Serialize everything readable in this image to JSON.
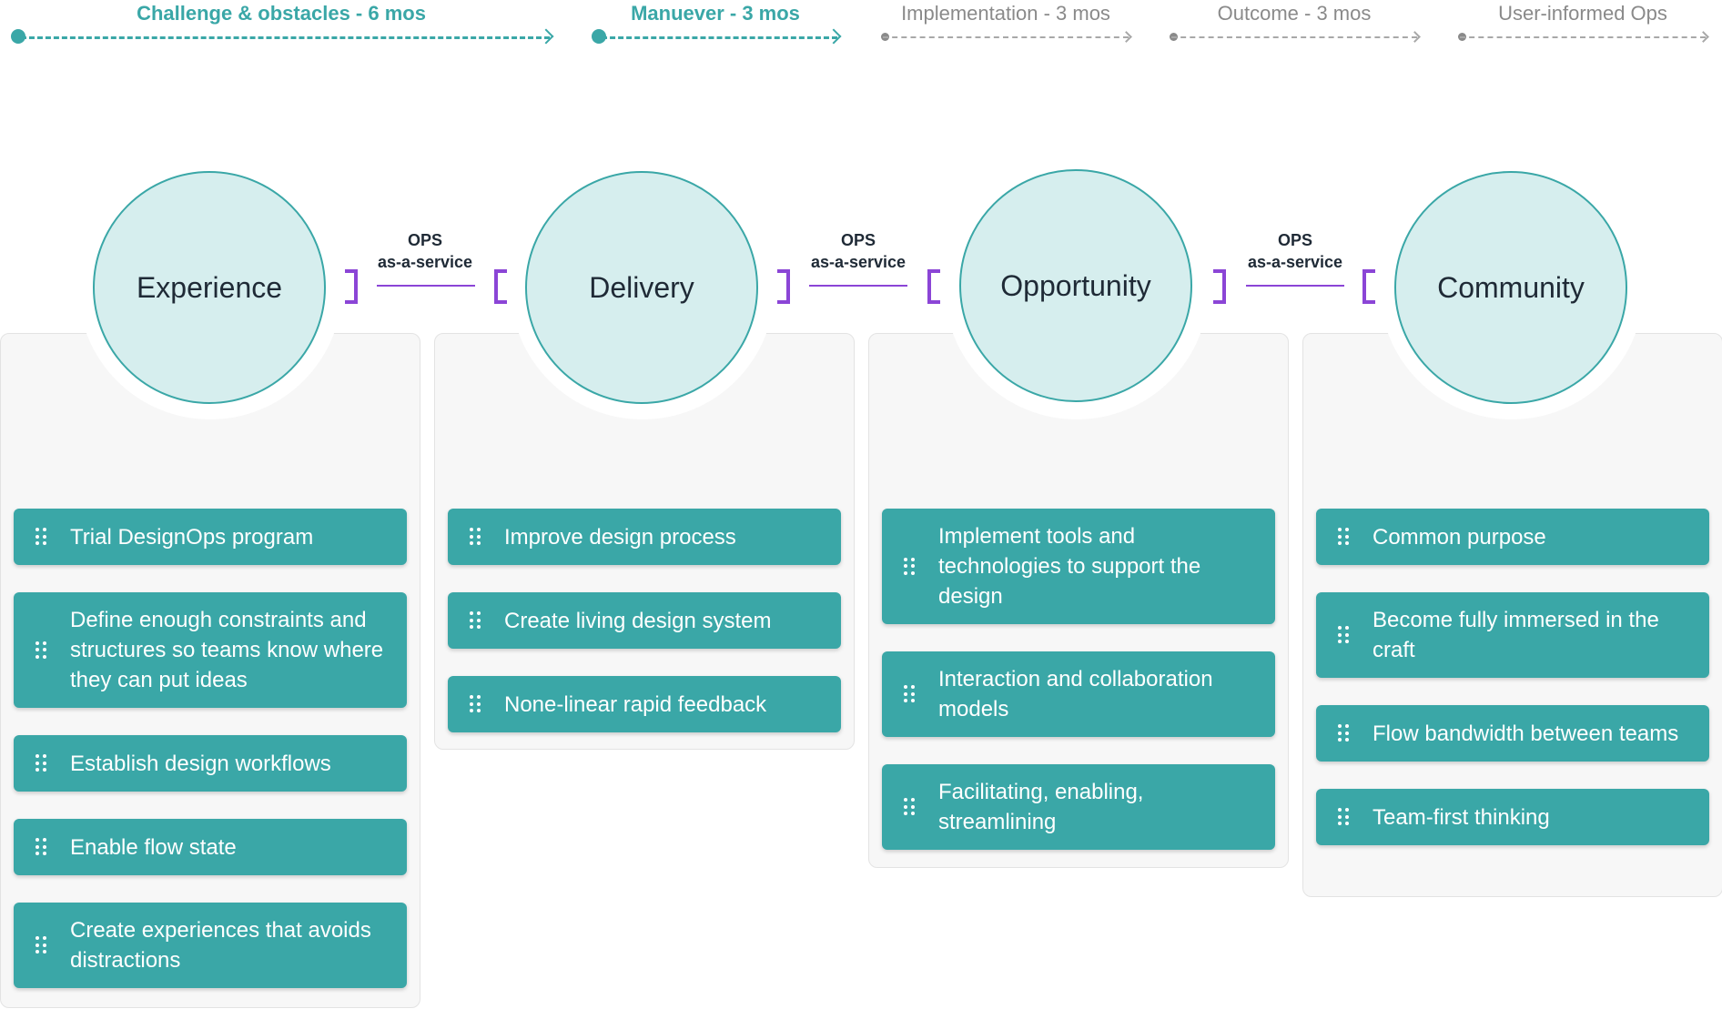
{
  "timeline": [
    {
      "label": "Challenge & obstacles - 6 mos",
      "active": true
    },
    {
      "label": "Manuever - 3 mos",
      "active": true
    },
    {
      "label": "Implementation - 3 mos",
      "active": false
    },
    {
      "label": "Outcome - 3 mos",
      "active": false
    },
    {
      "label": "User-informed Ops",
      "active": false
    }
  ],
  "connector": {
    "line1": "OPS",
    "line2": "as-a-service"
  },
  "columns": [
    {
      "title": "Experience",
      "items": [
        "Trial DesignOps program",
        "Define enough constraints and structures so teams know where they can put ideas",
        "Establish design workflows",
        "Enable flow state",
        "Create experiences that avoids distractions"
      ]
    },
    {
      "title": "Delivery",
      "items": [
        "Improve design process",
        "Create living design system",
        "None-linear rapid feedback"
      ]
    },
    {
      "title": "Opportunity",
      "items": [
        "Implement tools and technologies to support the design",
        "Interaction and collaboration models",
        "Facilitating, enabling, streamlining"
      ]
    },
    {
      "title": "Community",
      "items": [
        "Common purpose",
        "Become fully immersed in the craft",
        "Flow bandwidth between teams",
        "Team-first thinking"
      ]
    }
  ],
  "colors": {
    "teal": "#3AA7A7",
    "circle_fill": "#D6EEEE",
    "bracket": "#8B45D6"
  },
  "icons": {
    "card": "drag-handle-icon"
  }
}
